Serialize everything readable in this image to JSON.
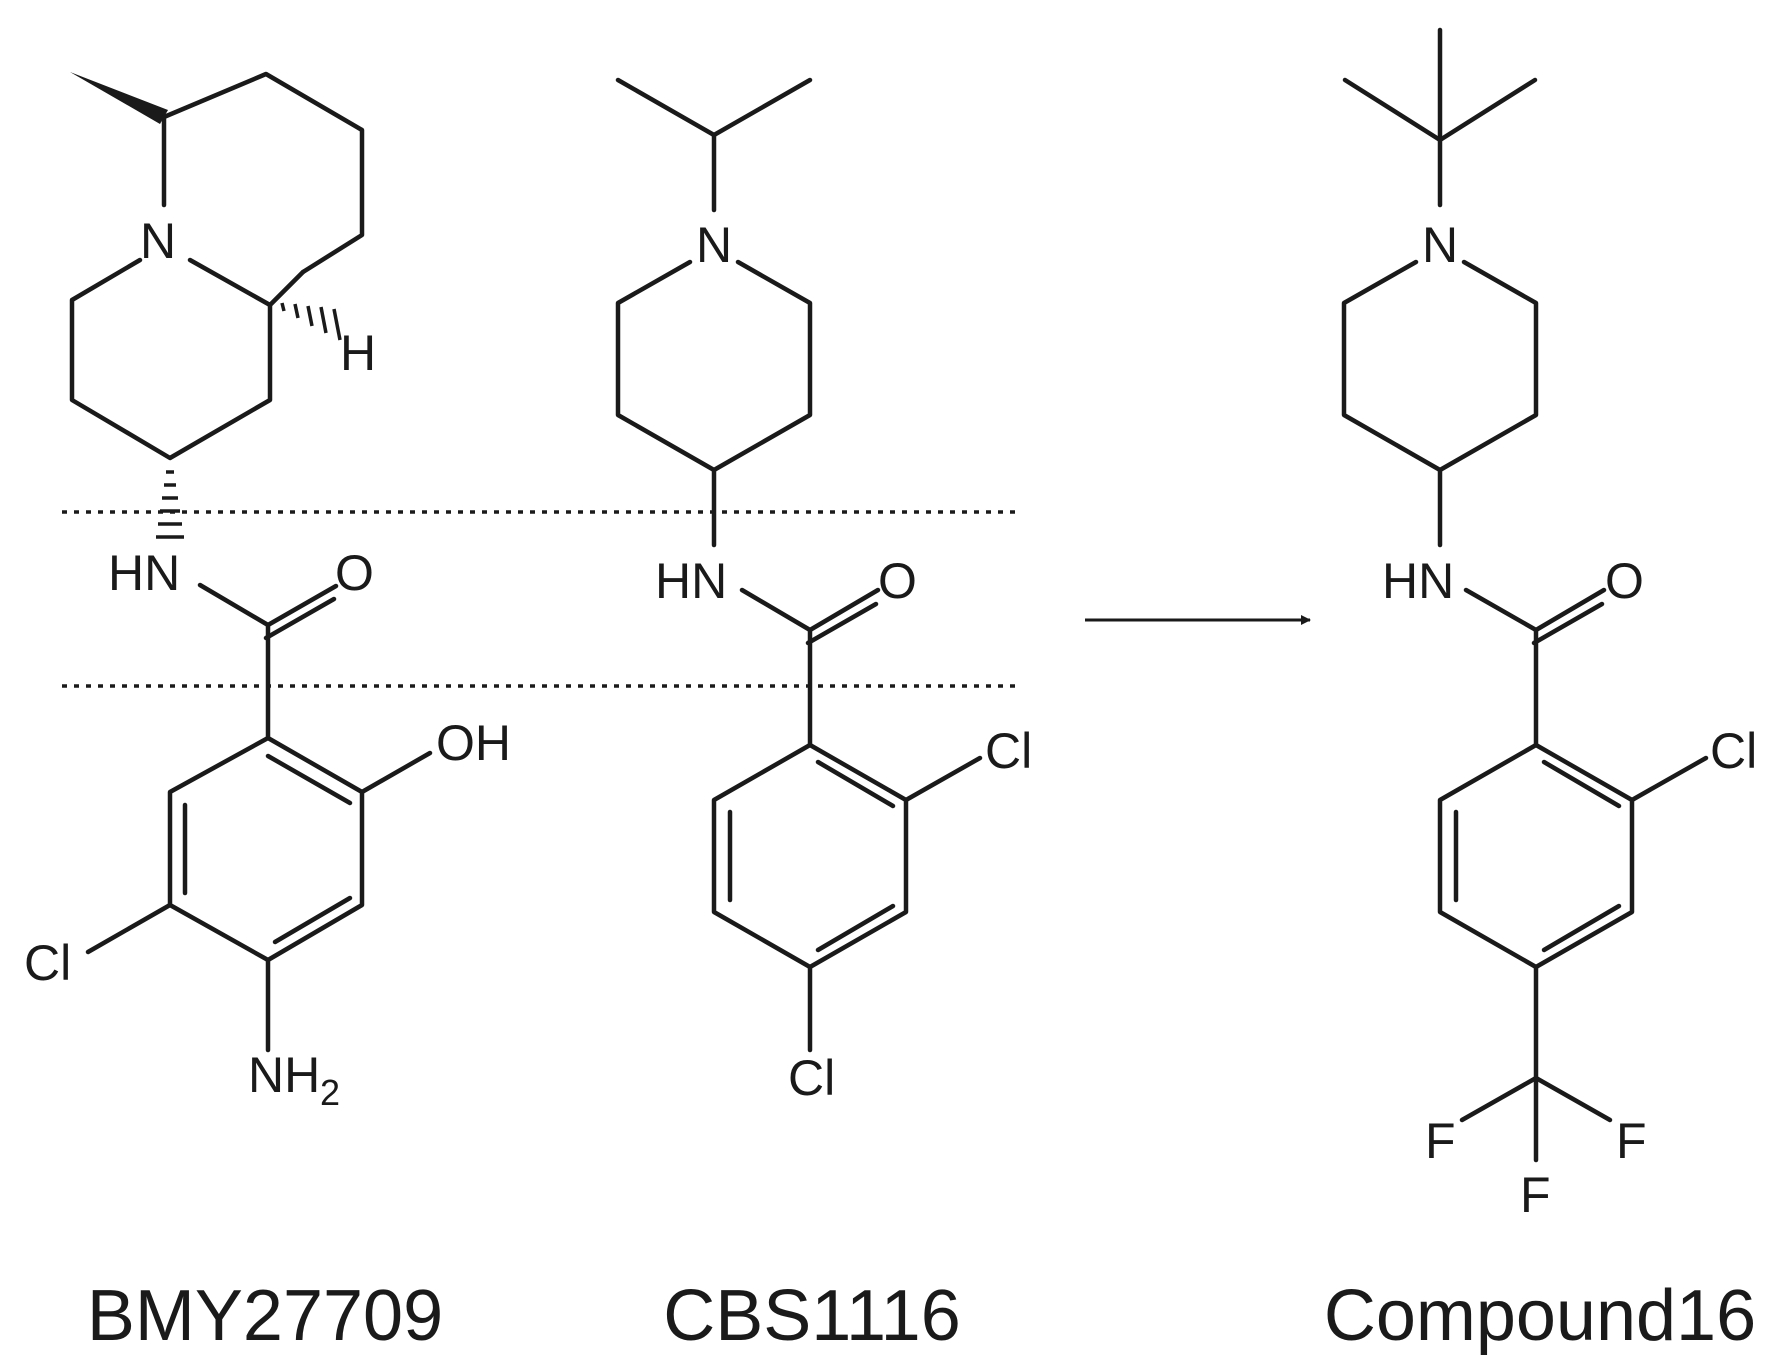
{
  "compounds": [
    {
      "name": "BMY27709"
    },
    {
      "name": "CBS1116"
    },
    {
      "name": "Compound16"
    }
  ],
  "atoms": {
    "n": "N",
    "h": "H",
    "hn": "HN",
    "o": "O",
    "oh": "OH",
    "cl": "Cl",
    "nh": "NH",
    "nh_sub": "2",
    "f": "F"
  }
}
